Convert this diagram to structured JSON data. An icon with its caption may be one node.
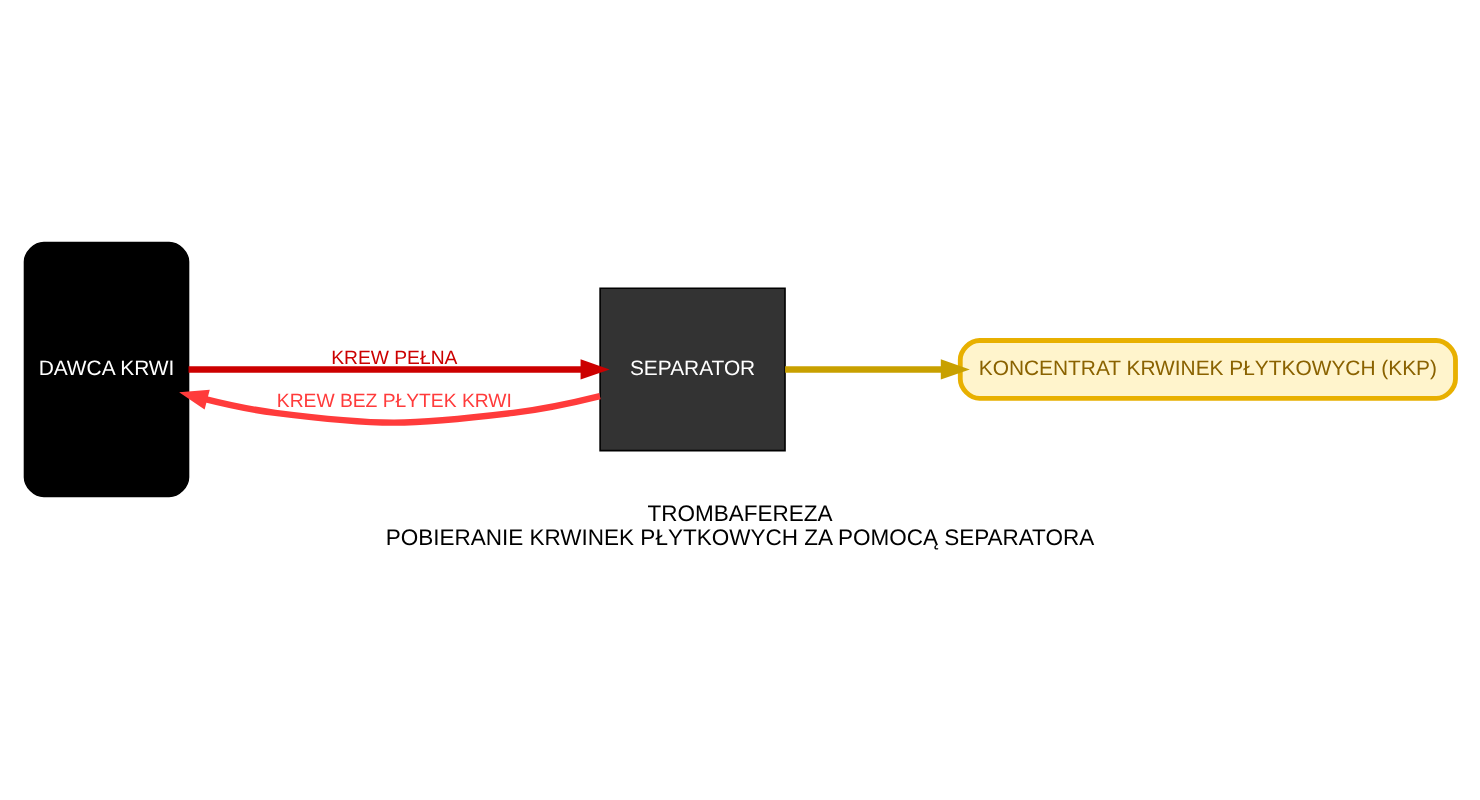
{
  "diagram": {
    "title": "TROMBAFEREZA",
    "caption": "POBIERANIE KRWINEK PŁYTKOWYCH ZA POMOCĄ SEPARATORA",
    "nodes": [
      {
        "text": [
          "DAWCA KRWI"
        ]
      },
      {
        "text": [
          "SEPARATOR"
        ]
      },
      {
        "text": [
          "KONCENTRAT KRWINEK PŁYTKOWYCH (KKP)"
        ]
      }
    ],
    "edges": [
      {
        "from": 0,
        "to": 1,
        "arrow": "to",
        "label": "KREW PEŁNA",
        "color": "#cc0000"
      },
      {
        "from": 1,
        "to": 0,
        "arrow": "to",
        "label": "KREW BEZ PŁYTEK KRWI",
        "color": "#ff3b3b"
      },
      {
        "from": 1,
        "to": 2,
        "arrow": "to",
        "color": "#c8a000"
      }
    ]
  }
}
